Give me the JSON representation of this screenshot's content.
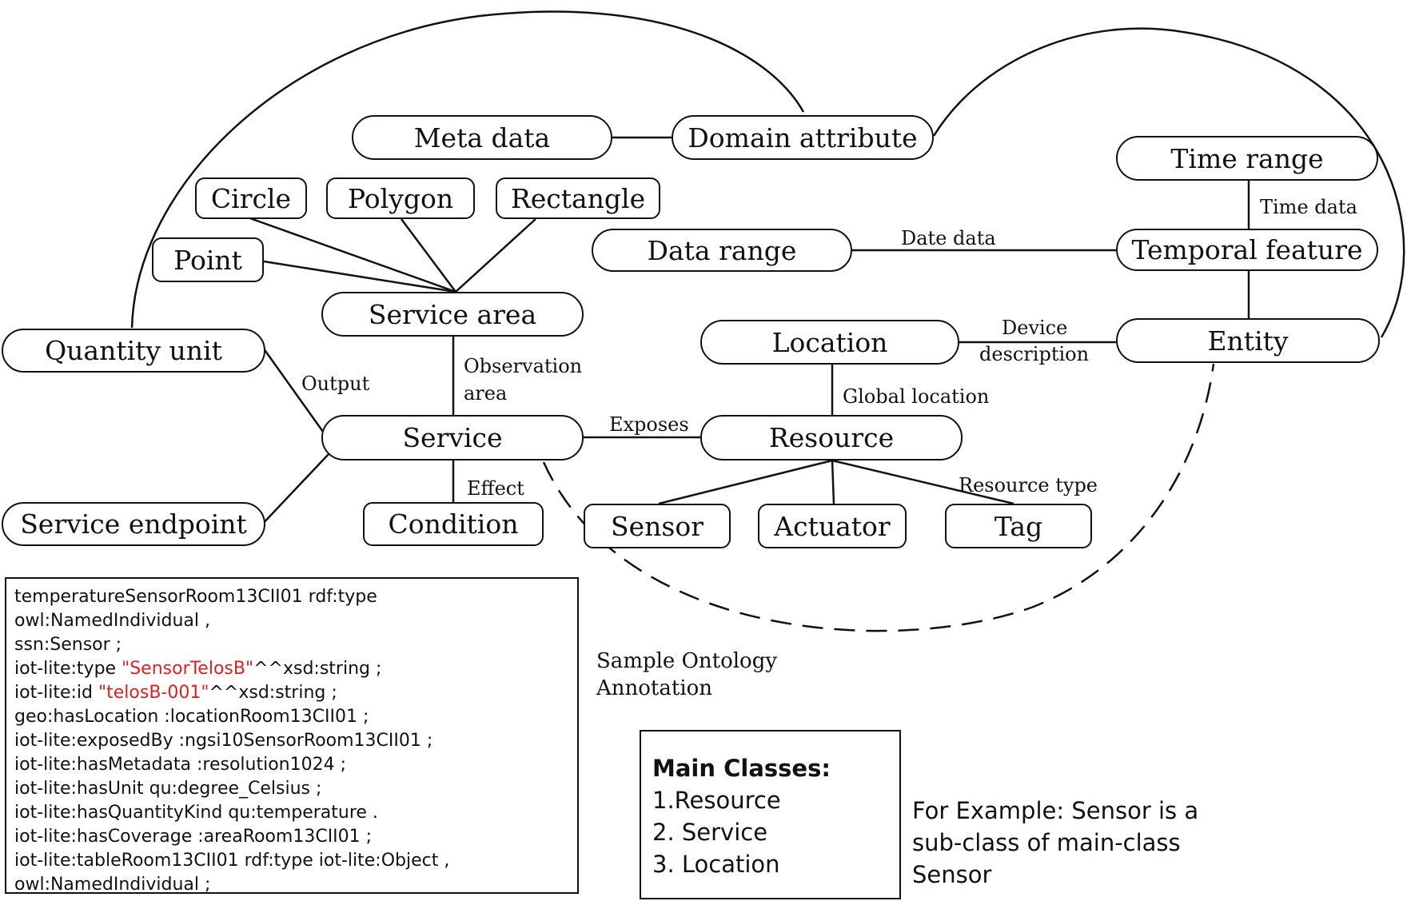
{
  "nodes": {
    "meta_data": "Meta data",
    "domain_attribute": "Domain attribute",
    "time_range": "Time range",
    "circle": "Circle",
    "polygon": "Polygon",
    "rectangle": "Rectangle",
    "point": "Point",
    "data_range": "Data range",
    "temporal_feature": "Temporal feature",
    "service_area": "Service area",
    "location": "Location",
    "entity": "Entity",
    "quantity_unit": "Quantity unit",
    "service": "Service",
    "resource": "Resource",
    "service_endpoint": "Service endpoint",
    "condition": "Condition",
    "sensor": "Sensor",
    "actuator": "Actuator",
    "tag": "Tag"
  },
  "edge_labels": {
    "time_data": "Time data",
    "date_data": "Date data",
    "device_description": [
      "Device",
      "description"
    ],
    "observation_area": [
      "Observation",
      "area"
    ],
    "output": "Output",
    "global_location": "Global location",
    "exposes": "Exposes",
    "effect": "Effect",
    "resource_type": "Resource type"
  },
  "annotation": {
    "caption": [
      "Sample Ontology",
      "Annotation"
    ],
    "lines": [
      [
        {
          "t": "temperatureSensorRoom13CII01 rdf:type"
        }
      ],
      [
        {
          "t": "owl:NamedIndividual ,"
        }
      ],
      [
        {
          "t": "ssn:Sensor ;"
        }
      ],
      [
        {
          "t": "iot-lite:type "
        },
        {
          "t": "\"SensorTelosB\"",
          "red": true
        },
        {
          "t": "^^xsd:string ;"
        }
      ],
      [
        {
          "t": "iot-lite:id "
        },
        {
          "t": "\"telosB-001\"",
          "red": true
        },
        {
          "t": "^^xsd:string ;"
        }
      ],
      [
        {
          "t": "geo:hasLocation :locationRoom13CII01 ;"
        }
      ],
      [
        {
          "t": "iot-lite:exposedBy :ngsi10SensorRoom13CII01 ;"
        }
      ],
      [
        {
          "t": "iot-lite:hasMetadata :resolution1024 ;"
        }
      ],
      [
        {
          "t": "iot-lite:hasUnit qu:degree_Celsius ;"
        }
      ],
      [
        {
          "t": "iot-lite:hasQuantityKind qu:temperature ."
        }
      ],
      [
        {
          "t": "iot-lite:hasCoverage :areaRoom13CII01 ;"
        }
      ],
      [
        {
          "t": "iot-lite:tableRoom13CII01 rdf:type iot-lite:Object ,"
        }
      ],
      [
        {
          "t": "owl:NamedIndividual ;"
        }
      ]
    ]
  },
  "main_classes": {
    "header": "Main Classes:",
    "items": [
      "1.Resource",
      "2. Service",
      "3. Location"
    ]
  },
  "example": [
    "For Example: Sensor is a",
    "sub-class of main-class",
    "Sensor"
  ]
}
